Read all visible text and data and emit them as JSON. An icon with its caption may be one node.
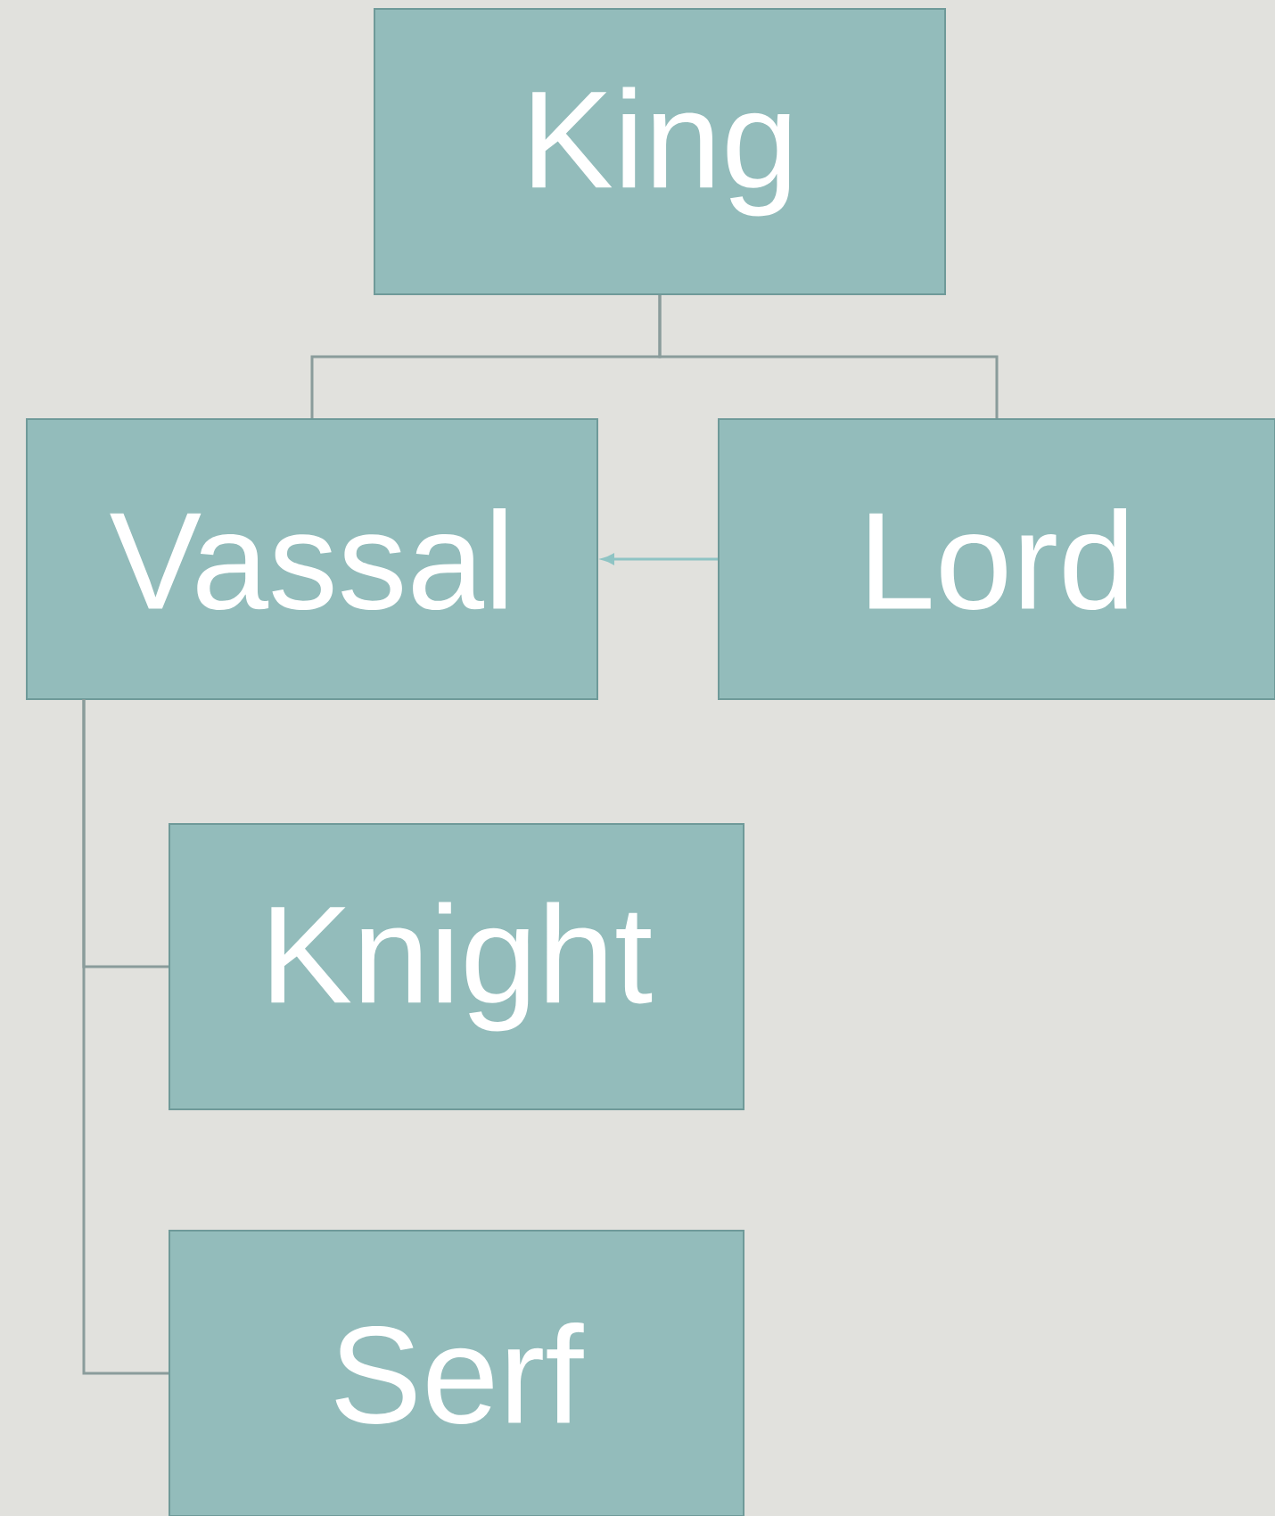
{
  "diagram": {
    "nodes": [
      {
        "text": [
          "King"
        ]
      },
      {
        "text": [
          "Vassal"
        ]
      },
      {
        "text": [
          "Lord"
        ]
      },
      {
        "text": [
          "Knight"
        ]
      },
      {
        "text": [
          "Serf"
        ]
      }
    ],
    "edges": [
      {
        "from": 0,
        "to": 1,
        "arrow": "none"
      },
      {
        "from": 0,
        "to": 2,
        "arrow": "none"
      },
      {
        "from": 2,
        "to": 1,
        "arrow": "to",
        "color": "#8fc4c4"
      },
      {
        "from": 1,
        "to": 3,
        "arrow": "none"
      },
      {
        "from": 1,
        "to": 4,
        "arrow": "none"
      }
    ]
  }
}
